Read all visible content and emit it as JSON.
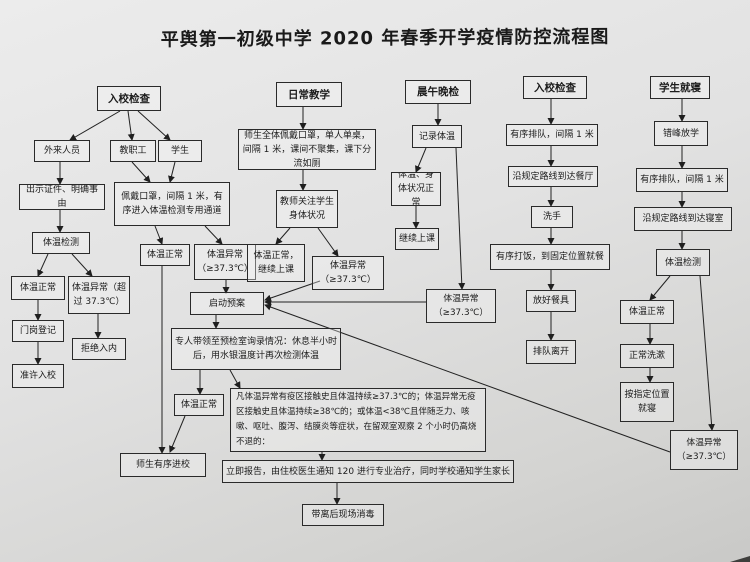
{
  "title": "平舆第一初级中学 2020 年春季开学疫情防控流程图",
  "nodes": {
    "entry_check_1": "入校检查",
    "daily_teaching": "日常教学",
    "morning_check": "晨午晚检",
    "entry_check_2": "入校检查",
    "student_sleep": "学生就寝",
    "outsiders": "外来人员",
    "staff": "教职工",
    "students": "学生",
    "show_id": "出示证件、明确事由",
    "mask_entry": "佩戴口罩，间隔 1 米，有序进入体温检测专用通道",
    "temp_check": "体温检测",
    "temp_normal_a": "体温正常",
    "temp_abnormal_a": "体温异常（超过 37.3℃）",
    "gate_register": "门岗登记",
    "allow_entry": "准许入校",
    "refuse_entry": "拒绝入内",
    "temp_normal_b": "体温正常",
    "temp_abnormal_b": "体温异常（≥37.3℃）",
    "class_rules": "师生全体佩戴口罩，单人单桌，间隔 1 米，课间不聚集，课下分流如厕",
    "teacher_watch": "教师关注学生身体状况",
    "continue_class_a": "体温正常，继续上课",
    "temp_abnormal_c": "体温异常（≥37.3℃）",
    "record_temp": "记录体温",
    "body_normal": "体温、身体状况正常",
    "continue_class_b": "继续上课",
    "temp_abnormal_d": "体温异常（≥37.3℃）",
    "queue_a": "有序排队，间隔 1 米",
    "route_canteen": "沿规定路线到达餐厅",
    "wash_hands": "洗手",
    "get_meal": "有序打饭，到固定位置就餐",
    "put_dishes": "放好餐具",
    "leave_line": "排队离开",
    "stagger": "错峰放学",
    "queue_b": "有序排队，间隔 1 米",
    "route_dorm": "沿规定路线到达寝室",
    "temp_check_dorm": "体温检测",
    "temp_normal_c": "体温正常",
    "normal_wash": "正常洗漱",
    "sleep_place": "按指定位置就寝",
    "temp_abnormal_e": "体温异常（≥37.3℃）",
    "start_plan": "启动预案",
    "isolation_check": "专人带领至预检室询录情况：休息半小时后，用水银温度计再次检测体温",
    "temp_normal_d": "体温正常",
    "return_class": "师生有序进校",
    "suspect_cond": "凡体温异常有疫区接触史且体温持续≥37.3℃的；体温异常无疫区接触史且体温持续≥38℃的；或体温<38℃且伴随乏力、咳嗽、呕吐、腹泻、结膜炎等症状，在留观室观察 2 个小时仍高烧不退的：",
    "report": "立即报告，由住校医生通知 120 进行专业治疗，同时学校通知学生家长",
    "disinfect": "带离后现场消毒"
  }
}
